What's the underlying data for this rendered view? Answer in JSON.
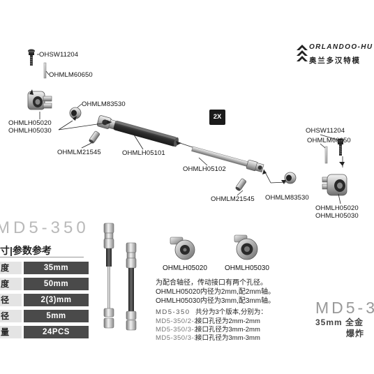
{
  "brand": {
    "name": "ORLANDOO-HU",
    "name_cn": "奥兰多汉特模"
  },
  "badge": "2X",
  "parts": {
    "left_screw": "OHSW11204",
    "left_pin": "OHMLM60650",
    "left_bushing": "OHMLM83530",
    "left_yoke_a": "OHMLH05020",
    "left_yoke_b": "OHMLH05030",
    "left_grub": "OHMLM21545",
    "outer_tube": "OHMLH05101",
    "inner_shaft": "OHMLH05102",
    "right_screw": "OHSW11204",
    "right_pin": "OHMLM60650",
    "right_grub": "OHMLM21545",
    "right_bushing": "OHMLM83530",
    "right_yoke_a": "OHMLH05020",
    "right_yoke_b": "OHMLH05030"
  },
  "model_big": "MD5-350",
  "spec": {
    "title": "寸|参数参考",
    "rows": [
      {
        "key": "度",
        "value": "35mm"
      },
      {
        "key": "度",
        "value": "50mm"
      },
      {
        "key": "径",
        "value": "2(3)mm"
      },
      {
        "key": "径",
        "value": "5mm"
      },
      {
        "key": "量",
        "value": "24PCS"
      }
    ]
  },
  "bushing_labels": {
    "a": "OHMLH05020",
    "b": "OHMLH05030"
  },
  "notes": {
    "line1": "为配合轴径，传动接口有两个孔径。",
    "line2": "OHMLH05020内径为2mm,配2mm轴。",
    "line3": "OHMLH05030内径为3mm,配3mm轴。"
  },
  "versions": {
    "header_code": "MD5-350",
    "header_text": "共分为3个版本,分别为：",
    "items": [
      {
        "code": "MD5-350/2-2",
        "desc": "接口孔径为2mm-2mm"
      },
      {
        "code": "MD5-350/3-2",
        "desc": "接口孔径为3mm-2mm"
      },
      {
        "code": "MD5-350/3-3",
        "desc": "接口孔径为3mm-3mm"
      }
    ]
  },
  "right_caption": {
    "model": "MD5-3",
    "sub1": "35mm 全金",
    "sub2": "爆炸"
  }
}
